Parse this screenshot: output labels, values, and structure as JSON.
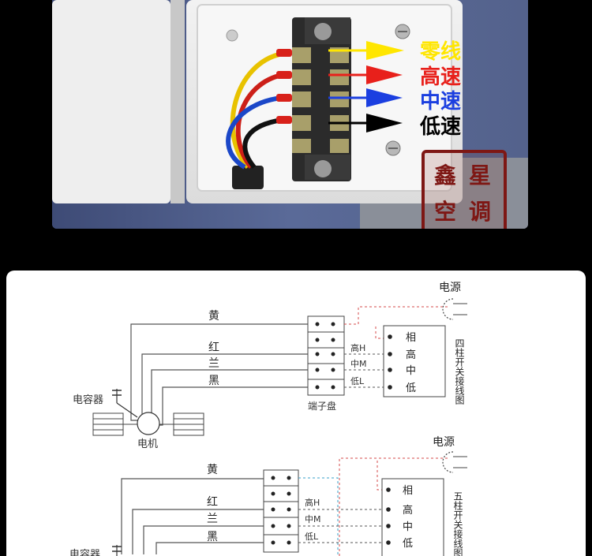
{
  "photo": {
    "labels": {
      "neutral": "零线",
      "high": "高速",
      "medium": "中速",
      "low": "低速"
    },
    "seal": {
      "text": "鑫星空调"
    },
    "colors": {
      "neutral": "#ffe600",
      "high": "#e8201b",
      "medium": "#1b3fe0",
      "low": "#000000",
      "seal": "#7e1714"
    }
  },
  "diagram1": {
    "wire_yellow": "黄",
    "wire_red": "红",
    "wire_blue": "兰",
    "wire_black": "黑",
    "capacitor": "电容器",
    "motor": "电机",
    "terminal_block": "端子盘",
    "tap_high": "高H",
    "tap_medium": "中M",
    "tap_low": "低L",
    "switch_phase": "相",
    "switch_high": "高",
    "switch_medium": "中",
    "switch_low": "低",
    "power": "电源",
    "switch_title": "四柱开关接线图"
  },
  "diagram2": {
    "wire_yellow": "黄",
    "wire_red": "红",
    "wire_blue": "兰",
    "wire_black": "黑",
    "capacitor": "电容器",
    "tap_high": "高H",
    "tap_medium": "中M",
    "tap_low": "低L",
    "switch_phase": "相",
    "switch_high": "高",
    "switch_medium": "中",
    "switch_low": "低",
    "power": "电源",
    "switch_title": "五柱开关接线图"
  }
}
